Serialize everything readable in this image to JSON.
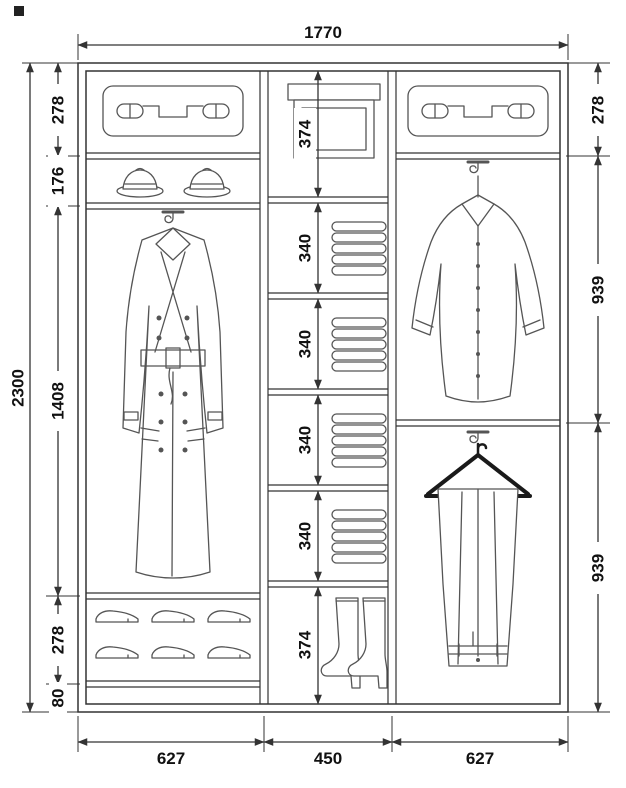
{
  "colors": {
    "ink": "#333333",
    "art_line": "#555555",
    "paper": "#ffffff"
  },
  "diagram": {
    "overall_width": "1770",
    "overall_height": "2300",
    "columns": [
      "627",
      "450",
      "627"
    ],
    "left_sections": [
      "278",
      "176",
      "1408",
      "278",
      "80"
    ],
    "middle_sections": [
      "374",
      "340",
      "340",
      "340",
      "340",
      "374"
    ],
    "right_sections": [
      "278",
      "939",
      "939"
    ]
  },
  "illustrations": {
    "left_top_shelf": "storage-bag",
    "left_hat_shelf": "two-hats",
    "left_main": "trench-coat-on-rail",
    "left_shoe_shelf": "six-shoes",
    "middle_top": "storage-box",
    "middle_shelves": "folded-linens-stacks",
    "middle_bottom": "pair-of-boots",
    "right_top_shelf": "storage-bag",
    "right_upper": "shirt-on-rail",
    "right_lower": "trousers-on-hanger"
  }
}
